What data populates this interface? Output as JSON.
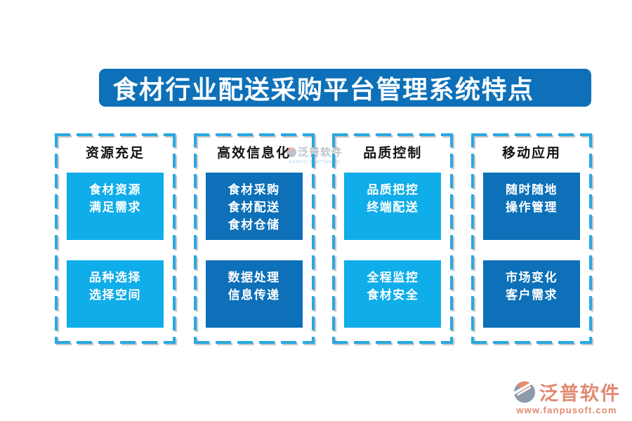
{
  "title": "食材行业配送采购平台管理系统特点",
  "columns": [
    {
      "header": "资源充足",
      "tone": "light",
      "boxes": [
        [
          "食材资源",
          "满足需求"
        ],
        [
          "品种选择",
          "选择空间"
        ]
      ]
    },
    {
      "header": "高效信息化",
      "tone": "dark",
      "boxes": [
        [
          "食材采购",
          "食材配送",
          "食材仓储"
        ],
        [
          "数据处理",
          "信息传递"
        ]
      ]
    },
    {
      "header": "品质控制",
      "tone": "light",
      "boxes": [
        [
          "品质把控",
          "终端配送"
        ],
        [
          "全程监控",
          "食材安全"
        ]
      ]
    },
    {
      "header": "移动应用",
      "tone": "dark",
      "boxes": [
        [
          "随时随地",
          "操作管理"
        ],
        [
          "市场变化",
          "客户需求"
        ]
      ]
    }
  ],
  "watermark": {
    "text": "泛普软件",
    "subtext": "FANPU SOFTWARE"
  },
  "logo": {
    "icon": "fanpu-swirl-icon",
    "name": "泛普软件",
    "url": "www.fanpusoft.com"
  },
  "colors": {
    "banner_blue": "#0d70b8",
    "light_box_blue": "#0fade9",
    "dark_box_blue": "#0d70b8",
    "dashed_border_blue": "#2aa8e0",
    "logo_salmon": "#e18a72",
    "logo_gray": "#8d9aab",
    "header_text": "#121212",
    "box_text": "#ffffff"
  }
}
